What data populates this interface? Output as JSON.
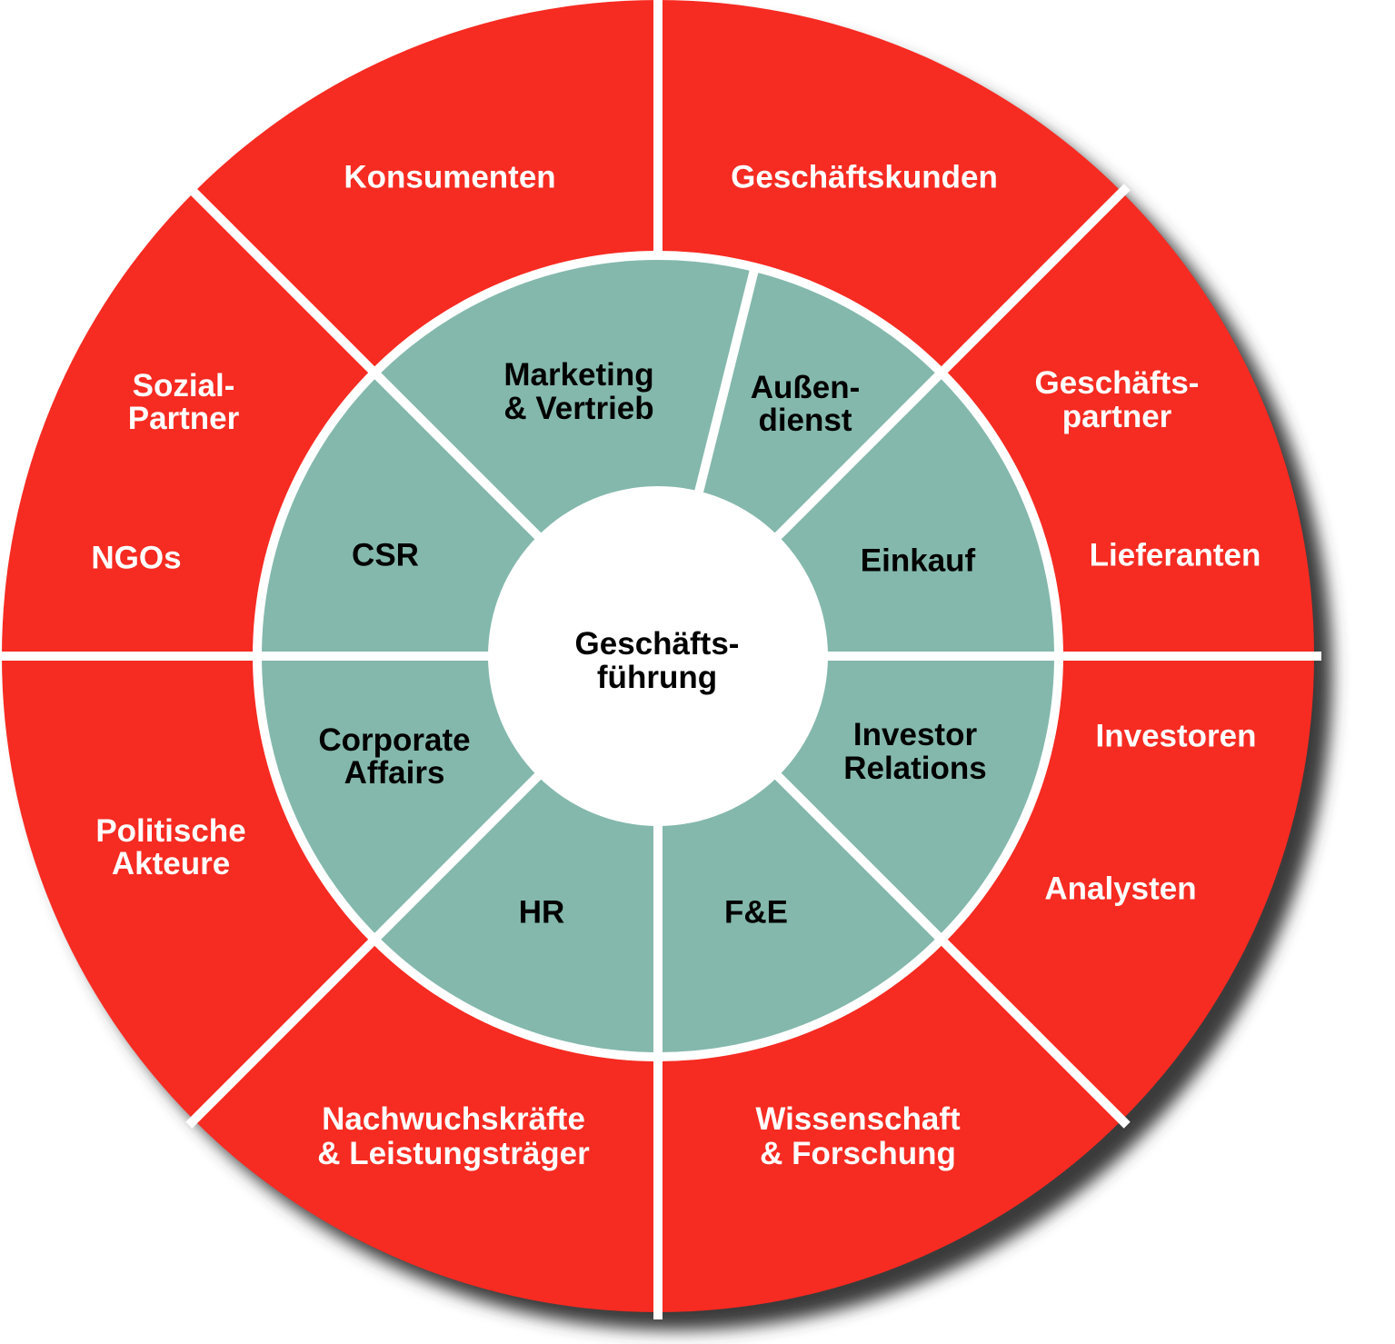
{
  "colors": {
    "outer": "#f62b22",
    "middle": "#84b8ac",
    "center": "#ffffff",
    "divider": "#ffffff",
    "shadow": "#3a3a3a"
  },
  "outer_ring": {
    "konsumenten": "Konsumenten",
    "geschaeftskunden": "Geschäftskunden",
    "sozialpartner": [
      "Sozial-",
      "Partner"
    ],
    "ngos": "NGOs",
    "geschaeftspartner": [
      "Geschäfts-",
      "partner"
    ],
    "lieferanten": "Lieferanten",
    "investoren": "Investoren",
    "analysten": "Analysten",
    "politische_akteure": [
      "Politische",
      "Akteure"
    ],
    "nachwuchskraefte": [
      "Nachwuchskräfte",
      "& Leistungsträger"
    ],
    "wissenschaft": [
      "Wissenschaft",
      "& Forschung"
    ]
  },
  "middle_ring": {
    "marketing": [
      "Marketing",
      "& Vertrieb"
    ],
    "aussendienst": [
      "Außen-",
      "dienst"
    ],
    "csr": "CSR",
    "einkauf": "Einkauf",
    "corporate_affairs": [
      "Corporate",
      "Affairs"
    ],
    "investor_relations": [
      "Investor",
      "Relations"
    ],
    "hr": "HR",
    "fe": "F&E"
  },
  "center": [
    "Geschäfts-",
    "führung"
  ]
}
